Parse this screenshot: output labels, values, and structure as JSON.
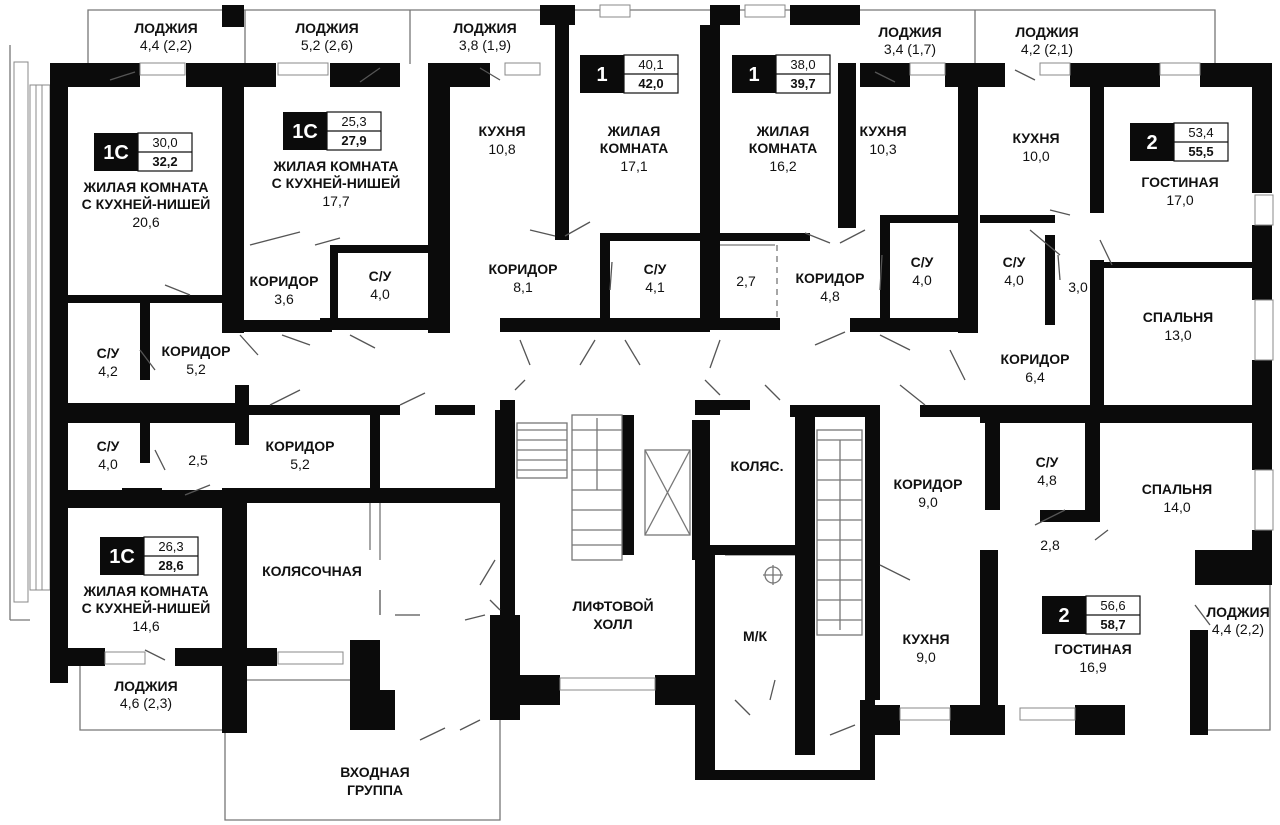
{
  "plan": {
    "rooms": [
      {
        "name": "Лоджия 4.4 тл",
        "l1": "ЛОДЖИЯ",
        "l2": "4,4 (2,2)"
      },
      {
        "name": "Лоджия 5.2",
        "l1": "ЛОДЖИЯ",
        "l2": "5,2 (2,6)"
      },
      {
        "name": "Лоджия 3.8",
        "l1": "ЛОДЖИЯ",
        "l2": "3,8 (1,9)"
      },
      {
        "name": "Лоджия 3.4",
        "l1": "ЛОДЖИЯ",
        "l2": "3,4 (1,7)"
      },
      {
        "name": "Лоджия 4.2",
        "l1": "ЛОДЖИЯ",
        "l2": "4,2 (2,1)"
      },
      {
        "name": "Жилая 20.6",
        "l1": "ЖИЛАЯ КОМНАТА",
        "l2": "С КУХНЕЙ-НИШЕЙ",
        "l3": "20,6"
      },
      {
        "name": "Жилая 17.7",
        "l1": "ЖИЛАЯ КОМНАТА",
        "l2": "С КУХНЕЙ-НИШЕЙ",
        "l3": "17,7"
      },
      {
        "name": "Кухня 10.8",
        "l1": "КУХНЯ",
        "l2": "10,8"
      },
      {
        "name": "Жилая 17.1",
        "l1": "ЖИЛАЯ",
        "l2": "КОМНАТА",
        "l3": "17,1"
      },
      {
        "name": "Жилая 16.2",
        "l1": "ЖИЛАЯ",
        "l2": "КОМНАТА",
        "l3": "16,2"
      },
      {
        "name": "Кухня 10.3",
        "l1": "КУХНЯ",
        "l2": "10,3"
      },
      {
        "name": "Кухня 10.0",
        "l1": "КУХНЯ",
        "l2": "10,0"
      },
      {
        "name": "Гостиная 17.0",
        "l1": "ГОСТИНАЯ",
        "l2": "17,0"
      },
      {
        "name": "Коридор 3.6",
        "l1": "КОРИДОР",
        "l2": "3,6"
      },
      {
        "name": "СУ 4.0 a",
        "l1": "С/У",
        "l2": "4,0"
      },
      {
        "name": "Коридор 8.1",
        "l1": "КОРИДОР",
        "l2": "8,1"
      },
      {
        "name": "СУ 4.1",
        "l1": "С/У",
        "l2": "4,1"
      },
      {
        "name": "Коридор 4.8",
        "l1": "КОРИДОР",
        "l2": "4,8"
      },
      {
        "name": "СУ 4.0 b",
        "l1": "С/У",
        "l2": "4,0"
      },
      {
        "name": "СУ 4.0 c",
        "l1": "С/У",
        "l2": "4,0"
      },
      {
        "name": "Спальня 13.0",
        "l1": "СПАЛЬНЯ",
        "l2": "13,0"
      },
      {
        "name": "СУ 4.2",
        "l1": "С/У",
        "l2": "4,2"
      },
      {
        "name": "Коридор 5.2 a",
        "l1": "КОРИДОР",
        "l2": "5,2"
      },
      {
        "name": "Коридор 6.4",
        "l1": "КОРИДОР",
        "l2": "6,4"
      },
      {
        "name": "СУ 4.0 d",
        "l1": "С/У",
        "l2": "4,0"
      },
      {
        "name": "Коридор 5.2 b",
        "l1": "КОРИДОР",
        "l2": "5,2"
      },
      {
        "name": "Колясочная",
        "l1": "КОЛЯСОЧНАЯ"
      },
      {
        "name": "Лифтовой холл",
        "l1": "ЛИФТОВОЙ",
        "l2": "ХОЛЛ"
      },
      {
        "name": "Коляс",
        "l1": "КОЛЯС."
      },
      {
        "name": "МК",
        "l1": "М/К"
      },
      {
        "name": "Коридор 9.0",
        "l1": "КОРИДОР",
        "l2": "9,0"
      },
      {
        "name": "СУ 4.8",
        "l1": "С/У",
        "l2": "4,8"
      },
      {
        "name": "Спальня 14.0",
        "l1": "СПАЛЬНЯ",
        "l2": "14,0"
      },
      {
        "name": "Жилая 14.6",
        "l1": "ЖИЛАЯ КОМНАТА",
        "l2": "С КУХНЕЙ-НИШЕЙ",
        "l3": "14,6"
      },
      {
        "name": "Лоджия 4.6",
        "l1": "ЛОДЖИЯ",
        "l2": "4,6 (2,3)"
      },
      {
        "name": "Входная группа",
        "l1": "ВХОДНАЯ",
        "l2": "ГРУППА"
      },
      {
        "name": "Кухня 9.0",
        "l1": "КУХНЯ",
        "l2": "9,0"
      },
      {
        "name": "Гостиная 16.9",
        "l1": "ГОСТИНАЯ",
        "l2": "16,9"
      },
      {
        "name": "Лоджия 4.4 пр",
        "l1": "ЛОДЖИЯ",
        "l2": "4,4 (2,2)"
      }
    ],
    "numbers": [
      "2,5",
      "2,7",
      "3,0",
      "2,8"
    ],
    "badges": [
      {
        "type": "1С",
        "total": "30,0",
        "with_loggia": "32,2"
      },
      {
        "type": "1С",
        "total": "25,3",
        "with_loggia": "27,9"
      },
      {
        "type": "1",
        "total": "40,1",
        "with_loggia": "42,0"
      },
      {
        "type": "1",
        "total": "38,0",
        "with_loggia": "39,7"
      },
      {
        "type": "2",
        "total": "53,4",
        "with_loggia": "55,5"
      },
      {
        "type": "1С",
        "total": "26,3",
        "with_loggia": "28,6"
      },
      {
        "type": "2",
        "total": "56,6",
        "with_loggia": "58,7"
      }
    ],
    "colors": {
      "wall": "#0b0b0b",
      "background": "#ffffff",
      "badge_fill": "#0b0b0b"
    }
  }
}
